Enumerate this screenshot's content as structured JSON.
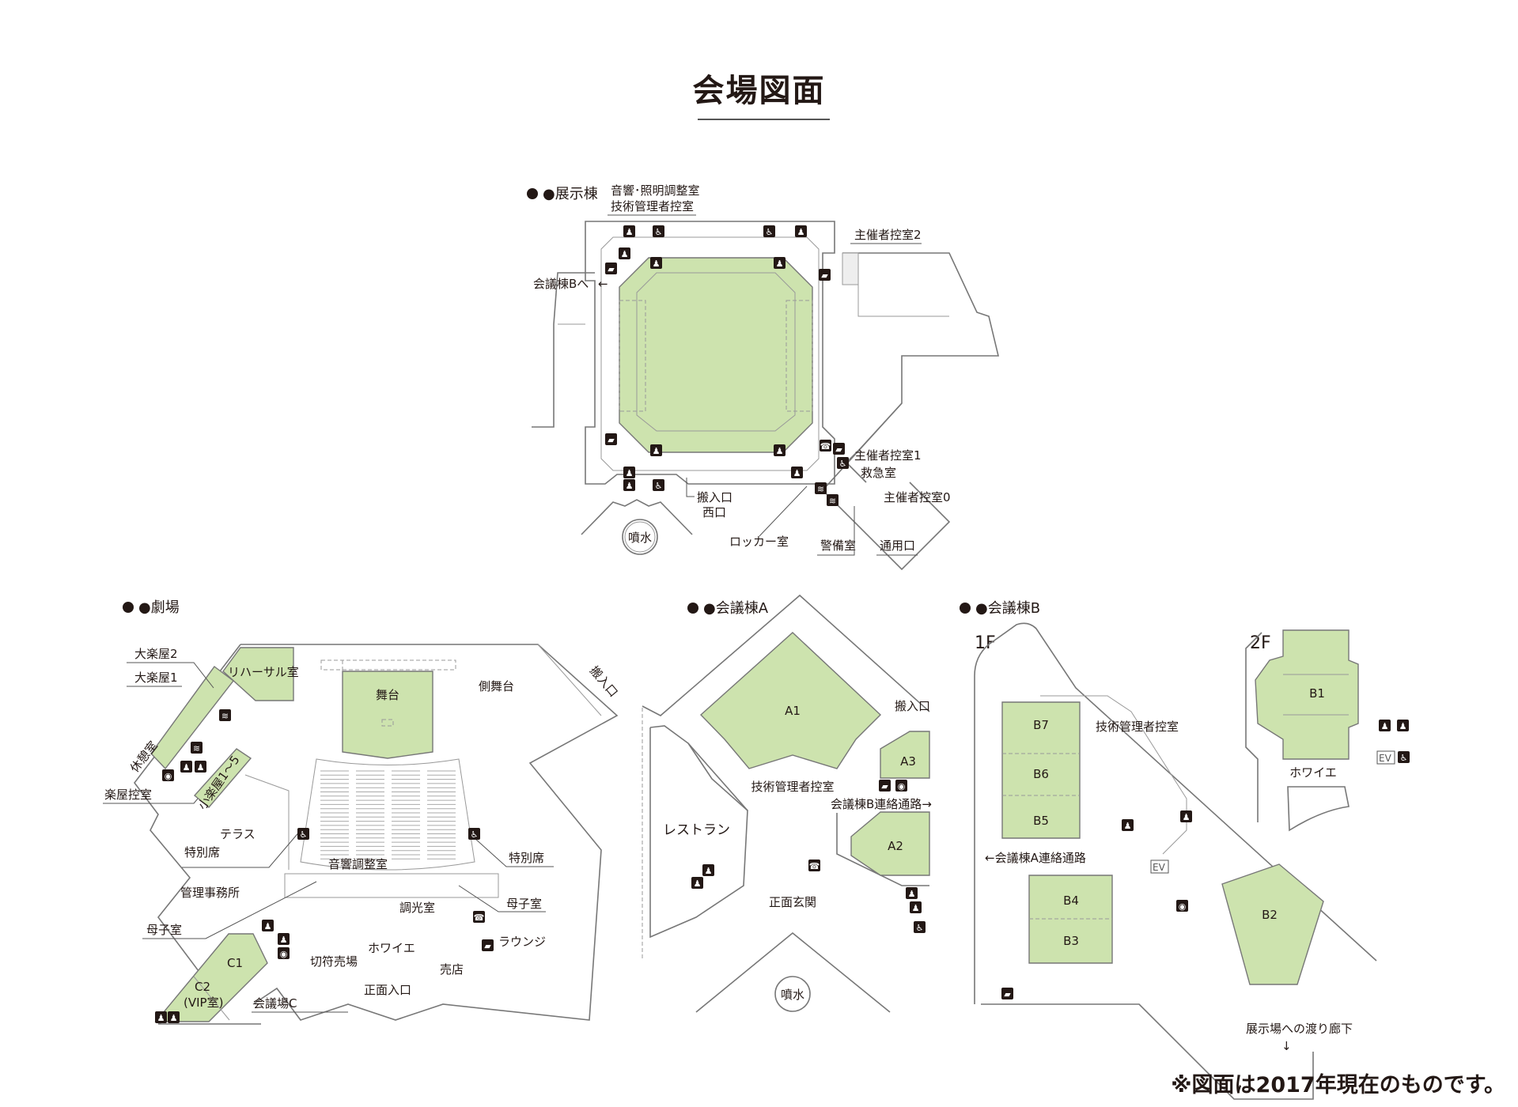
{
  "title": "会場図面",
  "footnote": "※図面は2017年現在のものです。",
  "colors": {
    "room_fill": "#cde3ae",
    "wall": "#777777",
    "text": "#231815"
  },
  "exhibition": {
    "heading": "●展示棟",
    "labels": {
      "sound_light": "音響･照明調整室",
      "tech_manager": "技術管理者控室",
      "organizer2": "主催者控室2",
      "to_conf_b": "会議棟Bへ",
      "organizer1": "主催者控室1",
      "first_aid": "救急室",
      "organizer0": "主催者控室0",
      "loading": "搬入口",
      "west_gate": "西口",
      "locker": "ロッカー室",
      "security": "警備室",
      "service_gate": "通用口",
      "fountain": "噴水"
    }
  },
  "theatre": {
    "heading": "●劇場",
    "labels": {
      "large_dressing2": "大楽屋2",
      "large_dressing1": "大楽屋1",
      "rehearsal": "リハーサル室",
      "stage": "舞台",
      "side_stage": "側舞台",
      "loading": "搬入口",
      "rest_room": "休憩室",
      "small_dressing": "小楽屋1〜5",
      "dressing_wait": "楽屋控室",
      "terrace": "テラス",
      "special_left": "特別席",
      "special_right": "特別席",
      "sound_control": "音響調整室",
      "admin_office": "管理事務所",
      "dimmer_room": "調光室",
      "nursing_right": "母子室",
      "nursing_left": "母子室",
      "foyer": "ホワイエ",
      "lounge": "ラウンジ",
      "ticket": "切符売場",
      "shop": "売店",
      "main_entrance": "正面入口",
      "c1": "C1",
      "c2": "C2",
      "vip": "(VIP室)",
      "conf_c": "会議場C"
    }
  },
  "conf_a": {
    "heading": "●会議棟A",
    "labels": {
      "a1": "A1",
      "a2": "A2",
      "a3": "A3",
      "loading": "搬入口",
      "tech_manager": "技術管理者控室",
      "to_conf_b": "会議棟B連絡通路→",
      "restaurant": "レストラン",
      "main_entrance": "正面玄関",
      "fountain": "噴水"
    }
  },
  "conf_b": {
    "heading": "●会議棟B",
    "floor1": "1F",
    "floor2": "2F",
    "labels": {
      "b1": "B1",
      "b2": "B2",
      "b3": "B3",
      "b4": "B4",
      "b5": "B5",
      "b6": "B6",
      "b7": "B7",
      "tech_manager": "技術管理者控室",
      "to_conf_a": "←会議棟A連絡通路",
      "to_exhibition": "展示場への渡り廊下",
      "arrow_down": "↓",
      "foyer": "ホワイエ",
      "ev1": "EV",
      "ev2": "EV"
    }
  },
  "icons": [
    "restroom-icon",
    "wheelchair-icon",
    "smoking-icon",
    "telephone-icon",
    "elevator-icon",
    "shower-icon",
    "nursing-icon"
  ]
}
